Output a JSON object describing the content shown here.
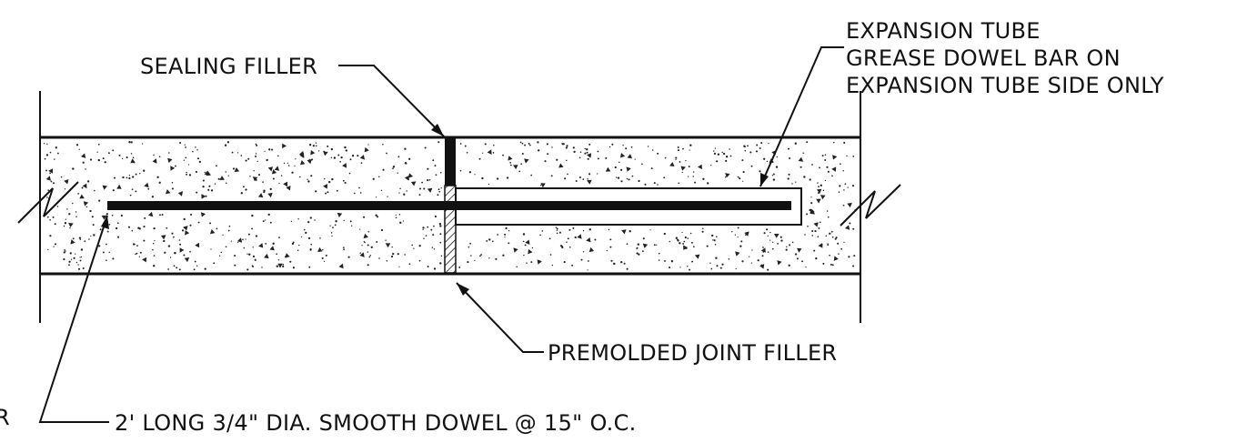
{
  "labels": {
    "sealing_filler": "SEALING FILLER",
    "expansion_tube_1": "EXPANSION TUBE",
    "expansion_tube_2": "GREASE DOWEL BAR ON",
    "expansion_tube_3": "EXPANSION TUBE SIDE ONLY",
    "premolded_filler": "PREMOLDED JOINT FILLER",
    "dowel": "2' LONG 3/4\" DIA. SMOOTH DOWEL @ 15\" O.C.",
    "cut_fragment": "R"
  },
  "colors": {
    "line": "#111111",
    "background": "#ffffff"
  }
}
